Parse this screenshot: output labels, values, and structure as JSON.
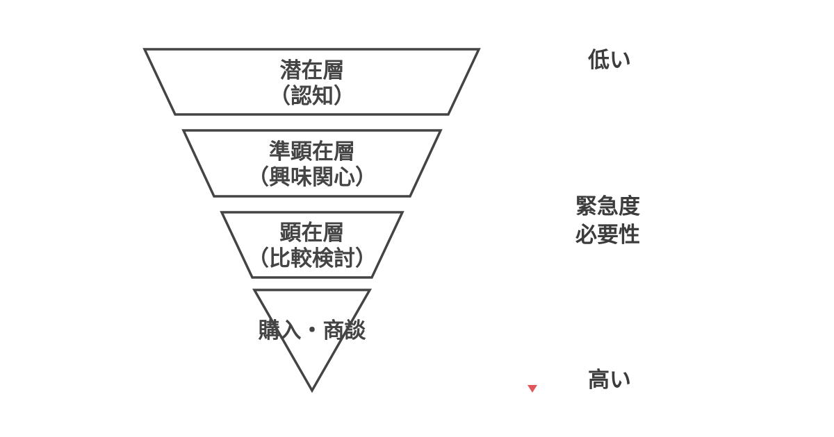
{
  "funnel": {
    "stages": [
      {
        "line1": "潜在層",
        "line2": "（認知）"
      },
      {
        "line1": "準顕在層",
        "line2": "（興味関心）"
      },
      {
        "line1": "顕在層",
        "line2": "（比較検討）"
      },
      {
        "line1": "購入・商談"
      }
    ],
    "stroke_color": "#444444"
  },
  "axis": {
    "label_top": "低い",
    "label_bottom": "高い",
    "title_line1": "緊急度",
    "title_line2": "必要性",
    "gradient_start_color": "#2e86a8",
    "gradient_end_color": "#e0565b"
  }
}
